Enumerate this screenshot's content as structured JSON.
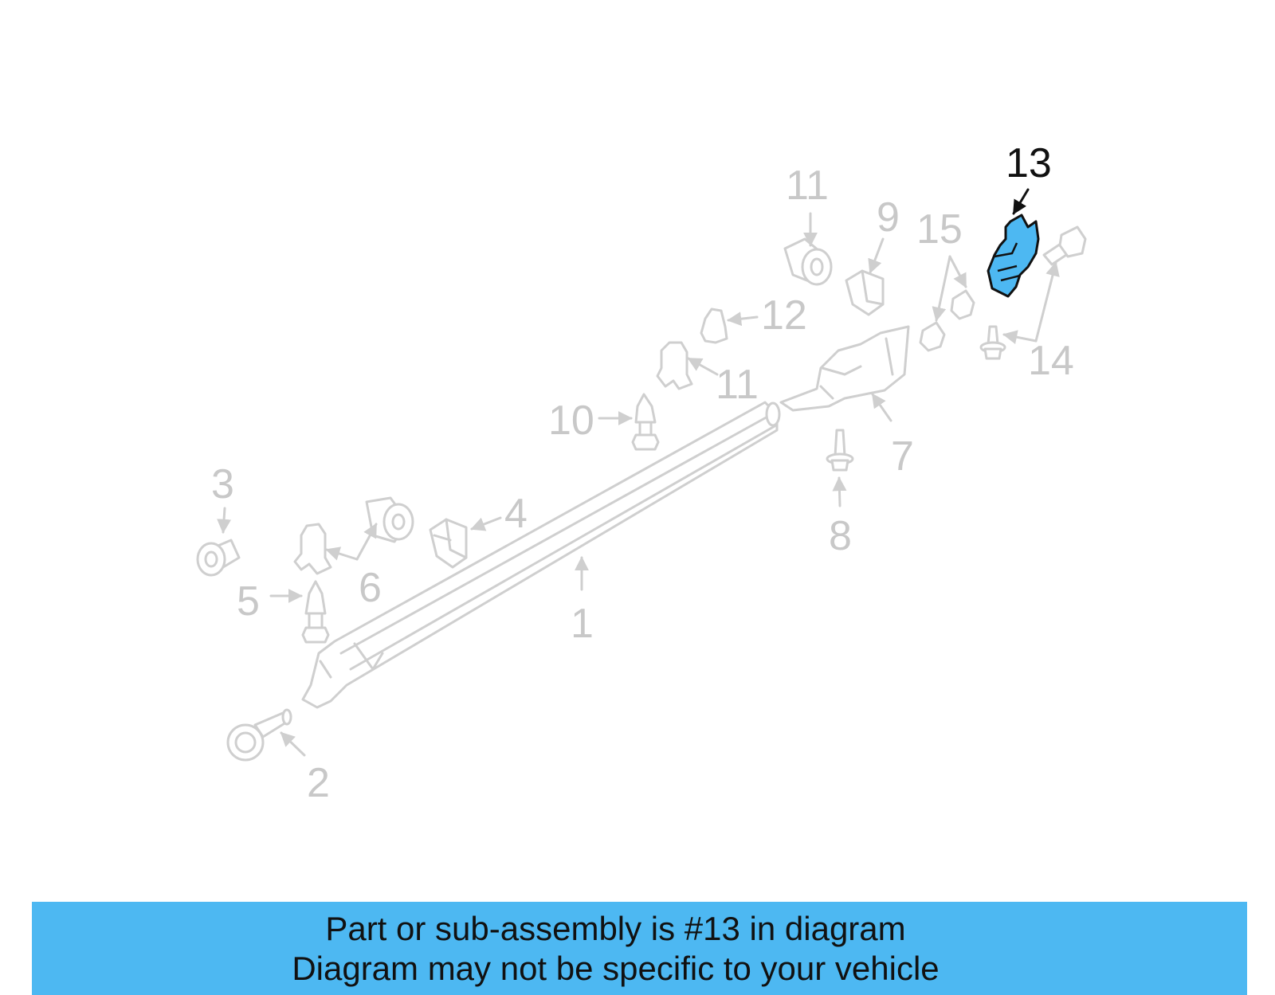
{
  "callouts": {
    "c1": "1",
    "c2": "2",
    "c3": "3",
    "c4": "4",
    "c5": "5",
    "c6": "6",
    "c7": "7",
    "c8": "8",
    "c9": "9",
    "c10": "10",
    "c11a": "11",
    "c11b": "11",
    "c12": "12",
    "c13": "13",
    "c14": "14",
    "c15": "15"
  },
  "colors": {
    "highlight": "#4db8f2",
    "faded": "#cfcfcf",
    "ink": "#111111"
  },
  "banner": {
    "line1": "Part or sub-assembly is #13 in diagram",
    "line2": "Diagram may not be specific to your vehicle"
  }
}
